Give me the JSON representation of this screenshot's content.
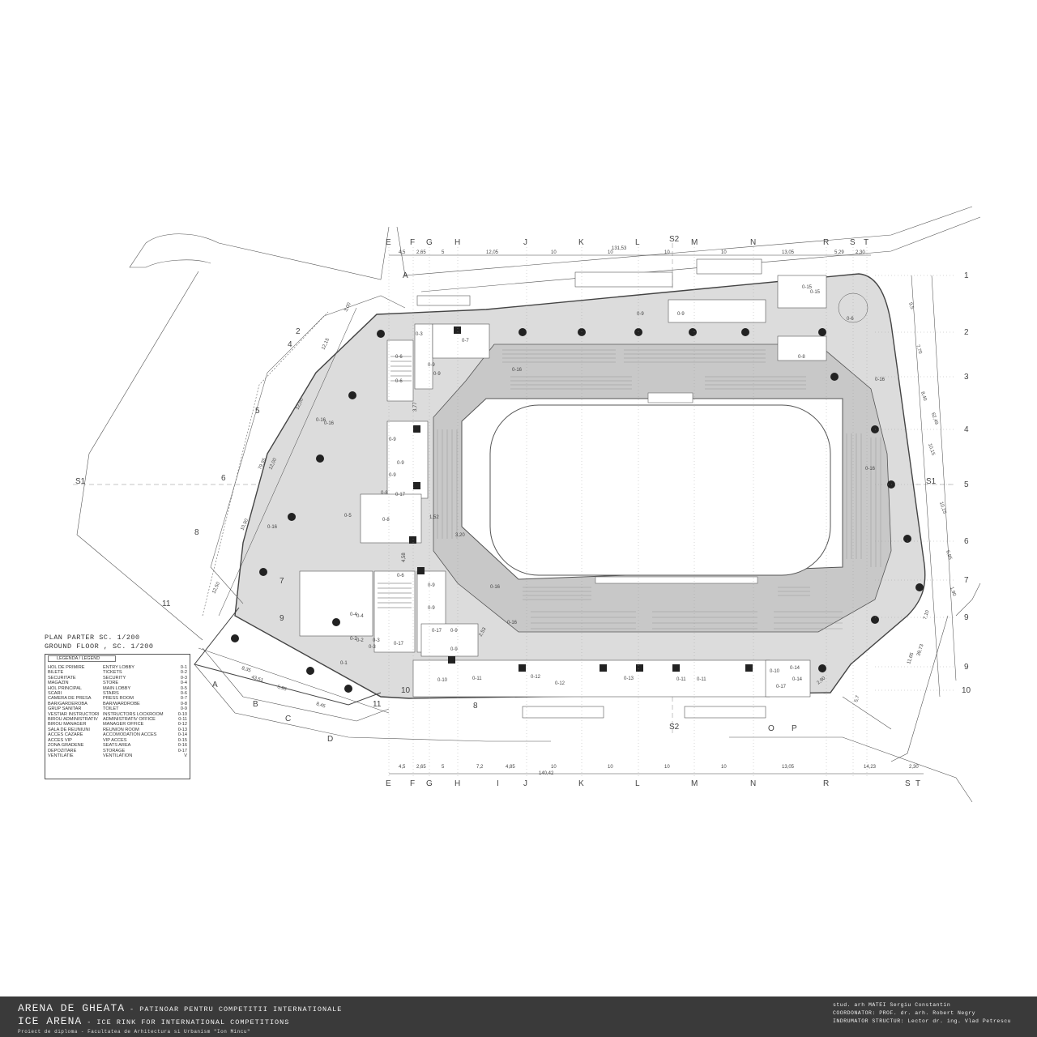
{
  "plan": {
    "title_ro": "PLAN PARTER SC. 1/200",
    "title_en": "GROUND FLOOR , SC. 1/200",
    "grid_top": [
      "E",
      "F",
      "G",
      "H",
      "J",
      "K",
      "L",
      "M",
      "N",
      "R",
      "S",
      "T"
    ],
    "grid_bottom": [
      "E",
      "F",
      "G",
      "H",
      "I",
      "J",
      "K",
      "L",
      "M",
      "N",
      "R",
      "S",
      "T"
    ],
    "grid_right": [
      "1",
      "2",
      "3",
      "4",
      "5",
      "6",
      "7",
      "9",
      "9",
      "10"
    ],
    "grid_left_diag": [
      "2",
      "4",
      "5",
      "6",
      "8",
      "11"
    ],
    "grid_left_bottom": [
      "A",
      "B",
      "C",
      "D"
    ],
    "grid_bottom_extra": [
      "O",
      "P"
    ],
    "grid_left_misc": [
      "7",
      "9",
      "10",
      "11",
      "8",
      "A"
    ],
    "section_labels": [
      "S1",
      "S1",
      "S2",
      "S2"
    ],
    "dims_top": [
      "4,5",
      "2,65",
      "5",
      "12,05",
      "10",
      "10",
      "10",
      "10",
      "13,05",
      "5,29",
      "2,30"
    ],
    "dim_top_total": "131,53",
    "dims_bottom": [
      "4,5",
      "2,65",
      "5",
      "7,2",
      "4,85",
      "10",
      "10",
      "10",
      "10",
      "13,05",
      "14,23",
      "2,30"
    ],
    "dim_bottom_total": "140,42",
    "dims_right": [
      "9,5",
      "7,70",
      "8,40",
      "10,15",
      "10,15",
      "6,95",
      "1,90",
      "7,10",
      "11,65",
      "5,7"
    ],
    "dim_right_total": "62,49",
    "dim_right_total2": "39,73",
    "dims_left": [
      "3,00",
      "12,15",
      "12,00",
      "12,00",
      "10,90",
      "12,50",
      "79,95"
    ],
    "dims_bottom_left": [
      "8,35",
      "43,51",
      "5,95",
      "8,45"
    ],
    "rooms": {
      "lobby": "0-1",
      "main_lobby": "0-5",
      "store": "0-4",
      "stairs": "0-6",
      "press": "0-7",
      "wardrobe": "0-8",
      "toilet": "0-9",
      "lockroom": "0-10",
      "admin": "0-11",
      "manager": "0-12",
      "reunion": "0-13",
      "accom": "0-14",
      "vip": "0-15",
      "seats": "0-16",
      "storage": "0-17",
      "tickets": "0-2",
      "security": "0-3",
      "misc": [
        "0-9",
        "0-9",
        "0-9",
        "0-9",
        "0-9",
        "0-9",
        "0-9",
        "0-9",
        "0-9",
        "0-9",
        "0-17",
        "0-17",
        "0-17",
        "0-16",
        "0-16",
        "0-16",
        "0-16",
        "0-16",
        "0-16",
        "0-11",
        "0-11",
        "0-12",
        "0-14",
        "0-15",
        "0-8",
        "0-8",
        "0-3",
        "0-3",
        "0-6",
        "0-6",
        "0-6",
        "0-2",
        "0-4",
        "0-16",
        "0-10"
      ],
      "dim_misc": [
        "3,77",
        "1,52",
        "3,20",
        "4,58",
        "2,53",
        "2,90"
      ]
    }
  },
  "legend": {
    "heading": "LEGENDA / LEGEND",
    "rows": [
      {
        "ro": "HOL DE PRIMIRE",
        "en": "ENTRY LOBBY",
        "code": "0-1"
      },
      {
        "ro": "BILETE",
        "en": "TICKETS",
        "code": "0-2"
      },
      {
        "ro": "SECURITATE",
        "en": "SECURITY",
        "code": "0-3"
      },
      {
        "ro": "MAGAZIN",
        "en": "STORE",
        "code": "0-4"
      },
      {
        "ro": "HOL PRINCIPAL",
        "en": "MAIN LOBBY",
        "code": "0-5"
      },
      {
        "ro": "SCARI",
        "en": "STAIRS",
        "code": "0-6"
      },
      {
        "ro": "CAMERA DE PRESA",
        "en": "PRESS ROOM",
        "code": "0-7"
      },
      {
        "ro": "BAR/GARDEROBA",
        "en": "BAR/WARDROBE",
        "code": "0-8"
      },
      {
        "ro": "GRUP SANITAR",
        "en": "TOILET",
        "code": "0-9"
      },
      {
        "ro": "VESTIAR INSTRUCTORI",
        "en": "INSTRUCTORS LOCKROOM",
        "code": "0-10"
      },
      {
        "ro": "BIROU ADMINISTRATIV",
        "en": "ADMINISTRATIV OFFICE",
        "code": "0-11"
      },
      {
        "ro": "BIROU MANAGER",
        "en": "MANAGER OFFICE",
        "code": "0-12"
      },
      {
        "ro": "SALA DE REUNIUNI",
        "en": "REUNION ROOM",
        "code": "0-13"
      },
      {
        "ro": "ACCES CAZARE",
        "en": "ACCOMODATION ACCES",
        "code": "0-14"
      },
      {
        "ro": "ACCES VIP",
        "en": "VIP ACCES",
        "code": "0-15"
      },
      {
        "ro": "ZONA GRADENE",
        "en": "SEATS AREA",
        "code": "0-16"
      },
      {
        "ro": "DEPOZITARE",
        "en": "STORAGE",
        "code": "0-17"
      },
      {
        "ro": "VENTILATIE",
        "en": "VENTILATION",
        "code": "V"
      }
    ]
  },
  "footer": {
    "title_ro": "ARENA DE GHEATA",
    "subtitle_ro": "- PATINOAR PENTRU COMPETITII INTERNATIONALE",
    "title_en": "ICE ARENA",
    "subtitle_en": "- ICE RINK FOR INTERNATIONAL COMPETITIONS",
    "project": "Proiect de diploma - Facultatea de Arhitectura si Urbanism \"Ion Mincu\"",
    "student": "stud. arh MATEI Sergiu Constantin",
    "coordinator": "COORDONATOR: PROF. dr. arh. Robert Negry",
    "structure": "INDRUMATOR STRUCTUR: Lector dr. ing. Vlad Petrescu"
  }
}
